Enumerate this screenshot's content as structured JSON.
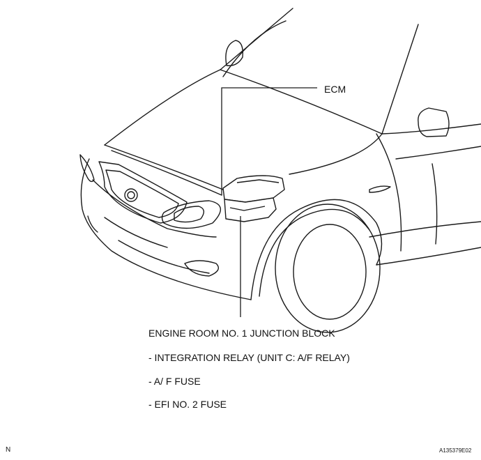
{
  "labels": {
    "ecm": "ECM",
    "junction_block": "ENGINE ROOM NO. 1 JUNCTION BLOCK",
    "items": [
      "- INTEGRATION RELAY (UNIT C: A/F RELAY)",
      "- A/ F FUSE",
      "- EFI NO. 2 FUSE"
    ]
  },
  "footer": {
    "left_code": "N",
    "figure_id": "A135379E02"
  },
  "colors": {
    "line": "#1a1a1a",
    "background": "#ffffff"
  }
}
